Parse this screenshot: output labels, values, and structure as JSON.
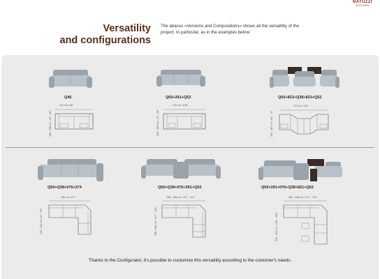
{
  "logo": {
    "brand": "NATUZZI",
    "sub": "EDITIONS"
  },
  "heading": {
    "line1": "Versatility",
    "line2": "and configurations"
  },
  "intro": "The abacus «Versions and Compositions» shows all the versatility of the project. In particular, as in the examples below:",
  "configs": [
    {
      "code": "Q46",
      "width": "212 cm / 83\"",
      "height": "106 - 196 cm / 42\" - 65\""
    },
    {
      "code": "Q50+291+Q52",
      "width": "270 cm / 106\"",
      "height": "106 - 165 cm / 42\" - 65\""
    },
    {
      "code": "Q50+823+Q38+823+Q52",
      "width": "374 cm / 147\"",
      "height": "152 - 187 cm / 60\" - 74\""
    },
    {
      "code": "Q50+Q38+076+274",
      "width": "296 cm / 117\"",
      "height": "220 - 232 cm / 87\" - 91\""
    },
    {
      "code": "Q50+Q38+076+291+Q52",
      "width": "296 - 308 cm / 117\" - 121\"",
      "height": "295 - 308 cm / 117\" - 121\""
    },
    {
      "code": "Q50+291+076+Q38+821+Q52",
      "width": "296 - 308 cm / 117\" - 121\"",
      "height": "330 - 344 cm / 130\" - 135\""
    }
  ],
  "footer": "Thanks to the Configurator, it's possible to customize this versatility according to the customer's needs."
}
